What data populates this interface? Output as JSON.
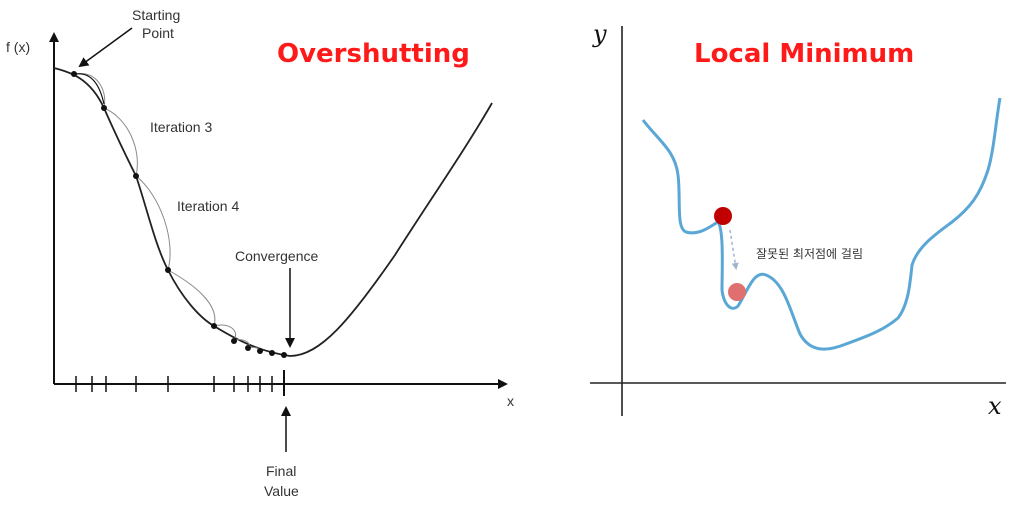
{
  "left_panel": {
    "title": "Overshutting",
    "y_axis_label": "f (x)",
    "x_axis_label": "x",
    "annotations": {
      "starting_point_line1": "Starting",
      "starting_point_line2": "Point",
      "iteration_3": "Iteration 3",
      "iteration_4": "Iteration 4",
      "convergence": "Convergence",
      "final_value_line1": "Final",
      "final_value_line2": "Value"
    }
  },
  "right_panel": {
    "title": "Local Minimum",
    "y_axis_label": "y",
    "x_axis_label": "x",
    "annotation": "잘못된 최저점에 걸림"
  },
  "colors": {
    "title_red": "#ff1a1a",
    "curve_blue": "#5aa7d6",
    "ball_dark": "#c00000",
    "ball_light": "#e07070"
  }
}
